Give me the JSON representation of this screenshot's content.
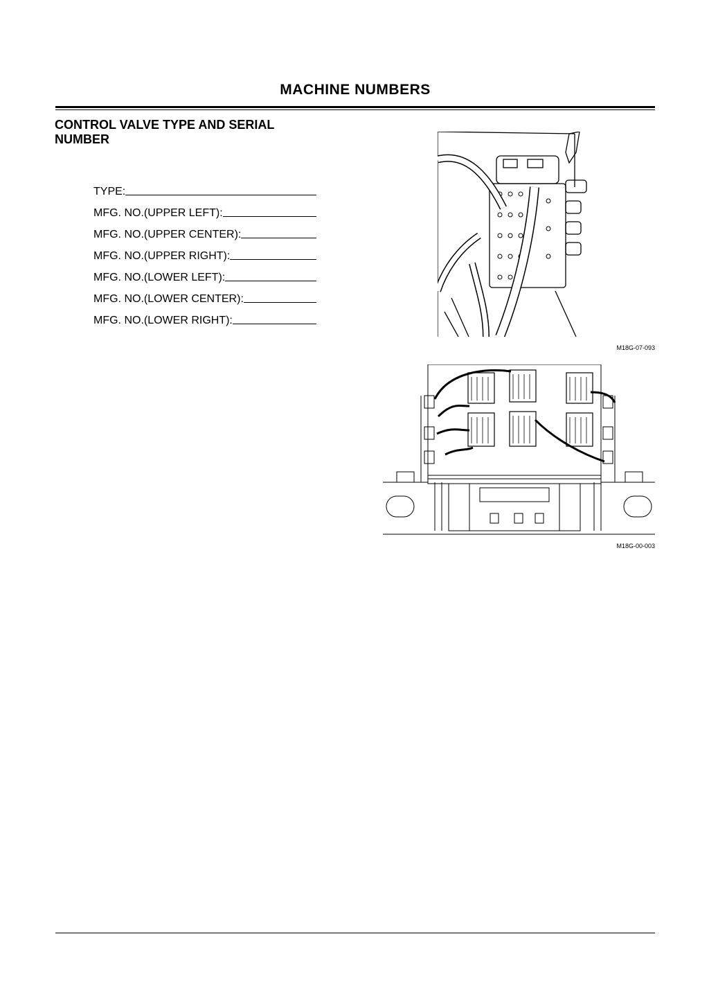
{
  "page": {
    "title": "MACHINE NUMBERS"
  },
  "section": {
    "title": "CONTROL VALVE TYPE AND SERIAL NUMBER"
  },
  "fields": [
    {
      "label": "TYPE:"
    },
    {
      "label": "MFG. NO.(UPPER LEFT):"
    },
    {
      "label": "MFG. NO.(UPPER CENTER):"
    },
    {
      "label": "MFG. NO.(UPPER RIGHT):"
    },
    {
      "label": "MFG. NO.(LOWER LEFT):"
    },
    {
      "label": "MFG. NO.(LOWER CENTER):"
    },
    {
      "label": "MFG. NO.(LOWER RIGHT):"
    }
  ],
  "figures": [
    {
      "caption": "M18G-07-093",
      "icon": "control-valve-closeup-illustration"
    },
    {
      "caption": "M18G-00-003",
      "icon": "control-valve-layout-illustration"
    }
  ]
}
